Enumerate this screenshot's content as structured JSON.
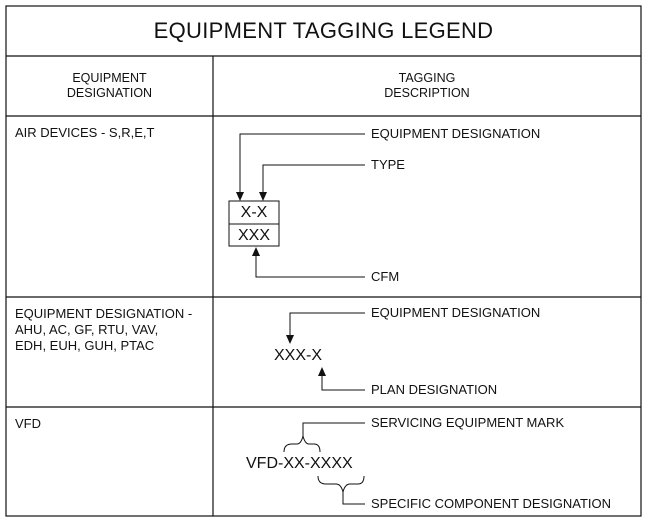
{
  "title": "EQUIPMENT TAGGING LEGEND",
  "headers": {
    "col1": "EQUIPMENT\nDESIGNATION",
    "col2": "TAGGING\nDESCRIPTION"
  },
  "rows": [
    {
      "label": "AIR DEVICES - S,R,E,T",
      "tag_top": "X-X",
      "tag_bottom": "XXX",
      "callouts": [
        "EQUIPMENT DESIGNATION",
        "TYPE",
        "CFM"
      ]
    },
    {
      "label": "EQUIPMENT DESIGNATION -\n  AHU, AC, GF, RTU, VAV,\n  EDH, EUH, GUH, PTAC",
      "tag": "XXX-X",
      "callouts": [
        "EQUIPMENT DESIGNATION",
        "PLAN DESIGNATION"
      ]
    },
    {
      "label": "VFD",
      "tag": "VFD-XX-XXXX",
      "callouts": [
        "SERVICING EQUIPMENT MARK",
        "SPECIFIC COMPONENT DESIGNATION"
      ]
    }
  ]
}
